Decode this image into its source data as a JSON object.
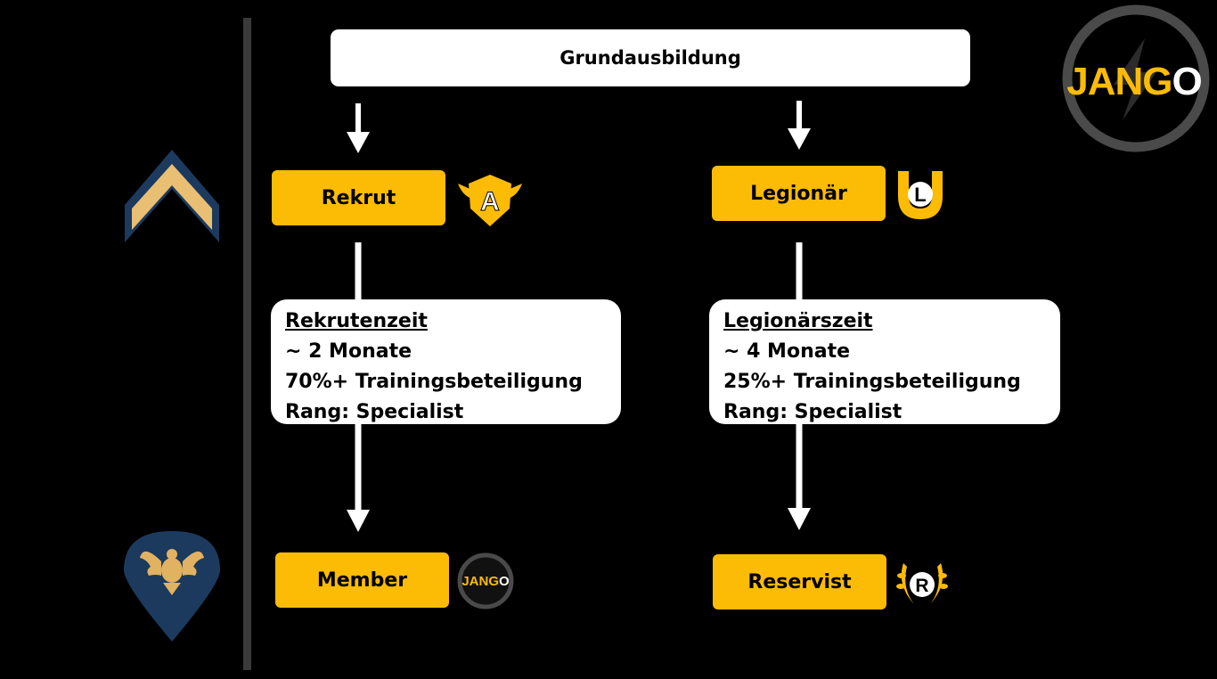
{
  "header": {
    "title": "Grundausbildung"
  },
  "logo": {
    "text_a": "JANG",
    "text_b": "O",
    "accent": "#fcbb05"
  },
  "colors": {
    "box_yellow": "#fcbb05",
    "insignia_navy": "#1c3a5e",
    "divider": "#3a3a3a"
  },
  "left_path": {
    "start_label": "Rekrut",
    "start_badge_letter": "A",
    "info": {
      "title": "Rekrutenzeit",
      "lines": [
        "~ 2 Monate",
        "70%+ Trainingsbeteiligung",
        "Rang: Specialist"
      ]
    },
    "end_label": "Member",
    "end_badge": {
      "text_a": "JANG",
      "text_b": "O"
    }
  },
  "right_path": {
    "start_label": "Legionär",
    "start_badge_letter": "L",
    "info": {
      "title": "Legionärszeit",
      "lines": [
        "~ 4 Monate",
        "25%+ Trainingsbeteiligung",
        "Rang: Specialist"
      ]
    },
    "end_label": "Reservist",
    "end_badge_letter": "R"
  },
  "insignia": {
    "top": "chevron-rank-icon",
    "bottom": "eagle-rank-icon"
  }
}
